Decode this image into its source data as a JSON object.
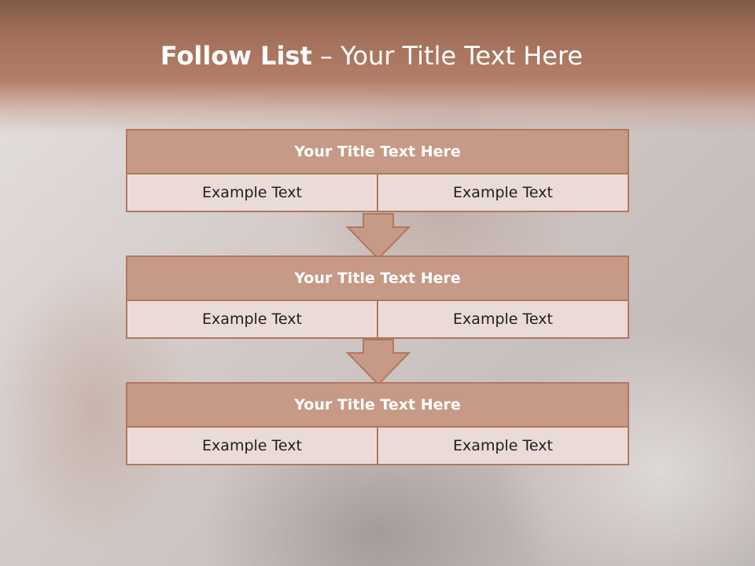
{
  "slide": {
    "title_bold": "Follow List",
    "title_rest": " – Your Title Text Here"
  },
  "steps": [
    {
      "header": "Your Title Text Here",
      "left": "Example Text",
      "right": "Example Text"
    },
    {
      "header": "Your Title Text Here",
      "left": "Example Text",
      "right": "Example Text"
    },
    {
      "header": "Your Title Text Here",
      "left": "Example Text",
      "right": "Example Text"
    }
  ],
  "colors": {
    "accent": "#b07860",
    "header_fill": "#c69a86",
    "cell_fill": "#eadbd8",
    "band": "#a16f59"
  },
  "icons": [
    "down-arrow-icon",
    "down-arrow-icon"
  ]
}
